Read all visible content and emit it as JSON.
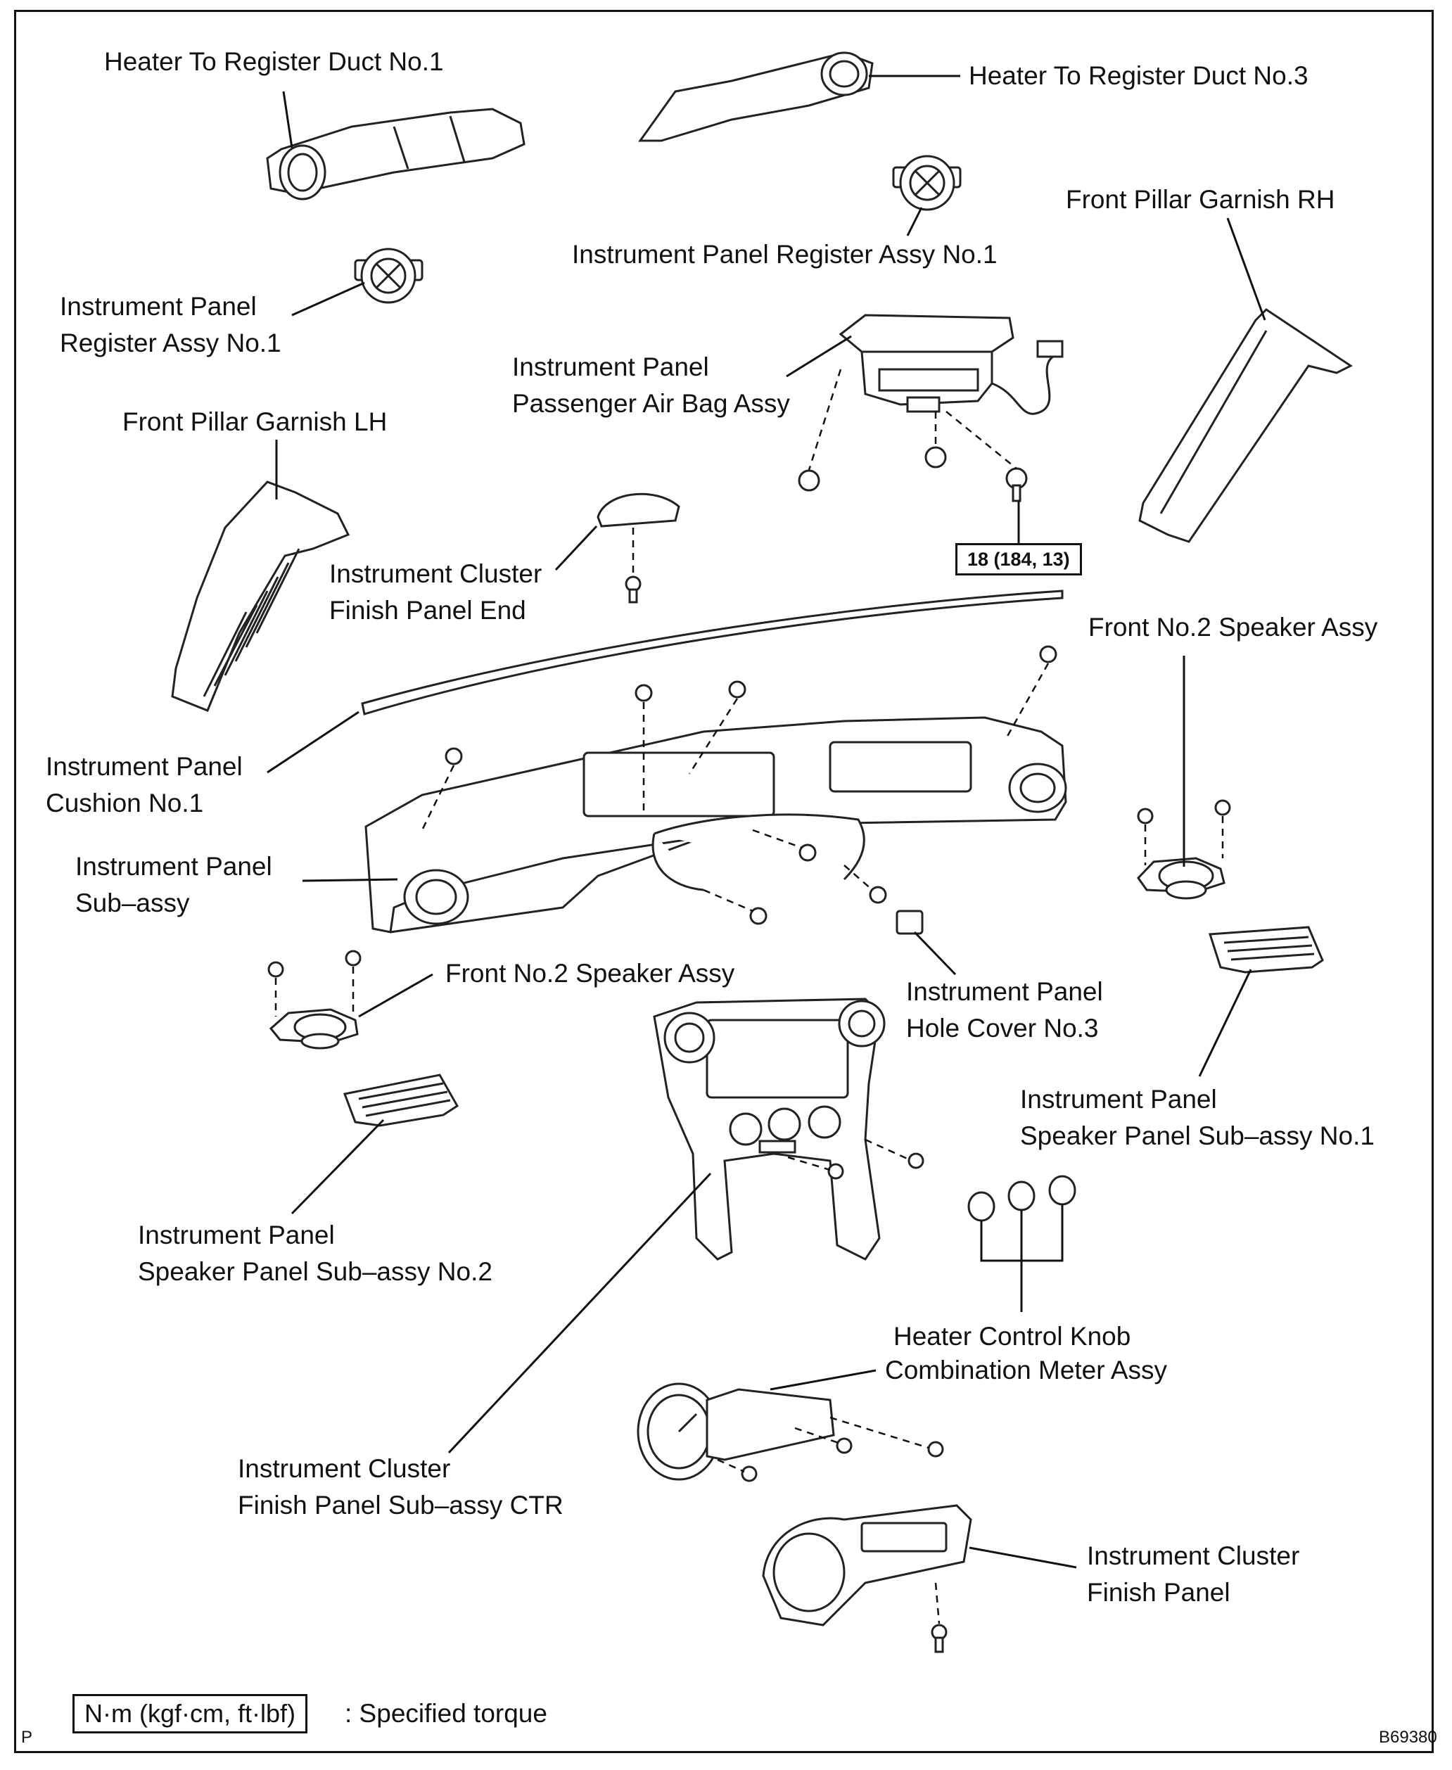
{
  "labels": {
    "heater_duct_1": "Heater To Register Duct No.1",
    "heater_duct_3": "Heater To Register Duct No.3",
    "register_no1_right": "Instrument Panel Register Assy No.1",
    "front_pillar_rh": "Front Pillar Garnish RH",
    "register_no1_left": [
      "Instrument Panel",
      "Register Assy No.1"
    ],
    "passenger_airbag": [
      "Instrument Panel",
      "Passenger Air Bag Assy"
    ],
    "front_pillar_lh": "Front Pillar Garnish LH",
    "cluster_finish_end": [
      "Instrument Cluster",
      "Finish Panel End"
    ],
    "front_no2_speaker_right": "Front No.2 Speaker Assy",
    "cushion_no1": [
      "Instrument Panel",
      "Cushion No.1"
    ],
    "panel_subassy": [
      "Instrument Panel",
      "Sub–assy"
    ],
    "front_no2_speaker_left": "Front No.2 Speaker Assy",
    "hole_cover_no3": [
      "Instrument Panel",
      "Hole Cover No.3"
    ],
    "speaker_panel_no1": [
      "Instrument Panel",
      "Speaker Panel Sub–assy No.1"
    ],
    "speaker_panel_no2": [
      "Instrument Panel",
      "Speaker Panel Sub–assy No.2"
    ],
    "heater_knob": "Heater Control Knob",
    "combination_meter": "Combination Meter Assy",
    "cluster_finish_ctr": [
      "Instrument Cluster",
      "Finish Panel Sub–assy CTR"
    ],
    "cluster_finish_panel": [
      "Instrument Cluster",
      "Finish Panel"
    ]
  },
  "torque_spec": "18 (184, 13)",
  "legend": {
    "box": "N·m (kgf·cm, ft·lbf)",
    "text": ": Specified torque"
  },
  "corner_left": "P",
  "figure_code": "B69380"
}
